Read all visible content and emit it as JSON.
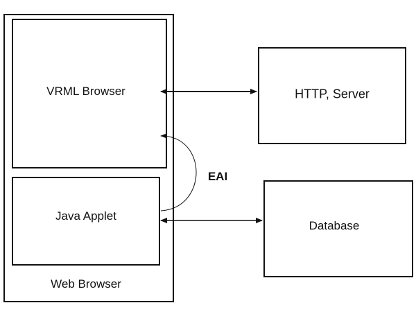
{
  "diagram": {
    "web_browser": {
      "label": "Web Browser"
    },
    "vrml_browser": {
      "label": "VRML Browser"
    },
    "java_applet": {
      "label": "Java Applet"
    },
    "http_server": {
      "label": "HTTP, Server"
    },
    "database": {
      "label": "Database"
    },
    "eai": {
      "label": "EAI"
    }
  },
  "colors": {
    "stroke": "#111111",
    "background": "#ffffff"
  }
}
